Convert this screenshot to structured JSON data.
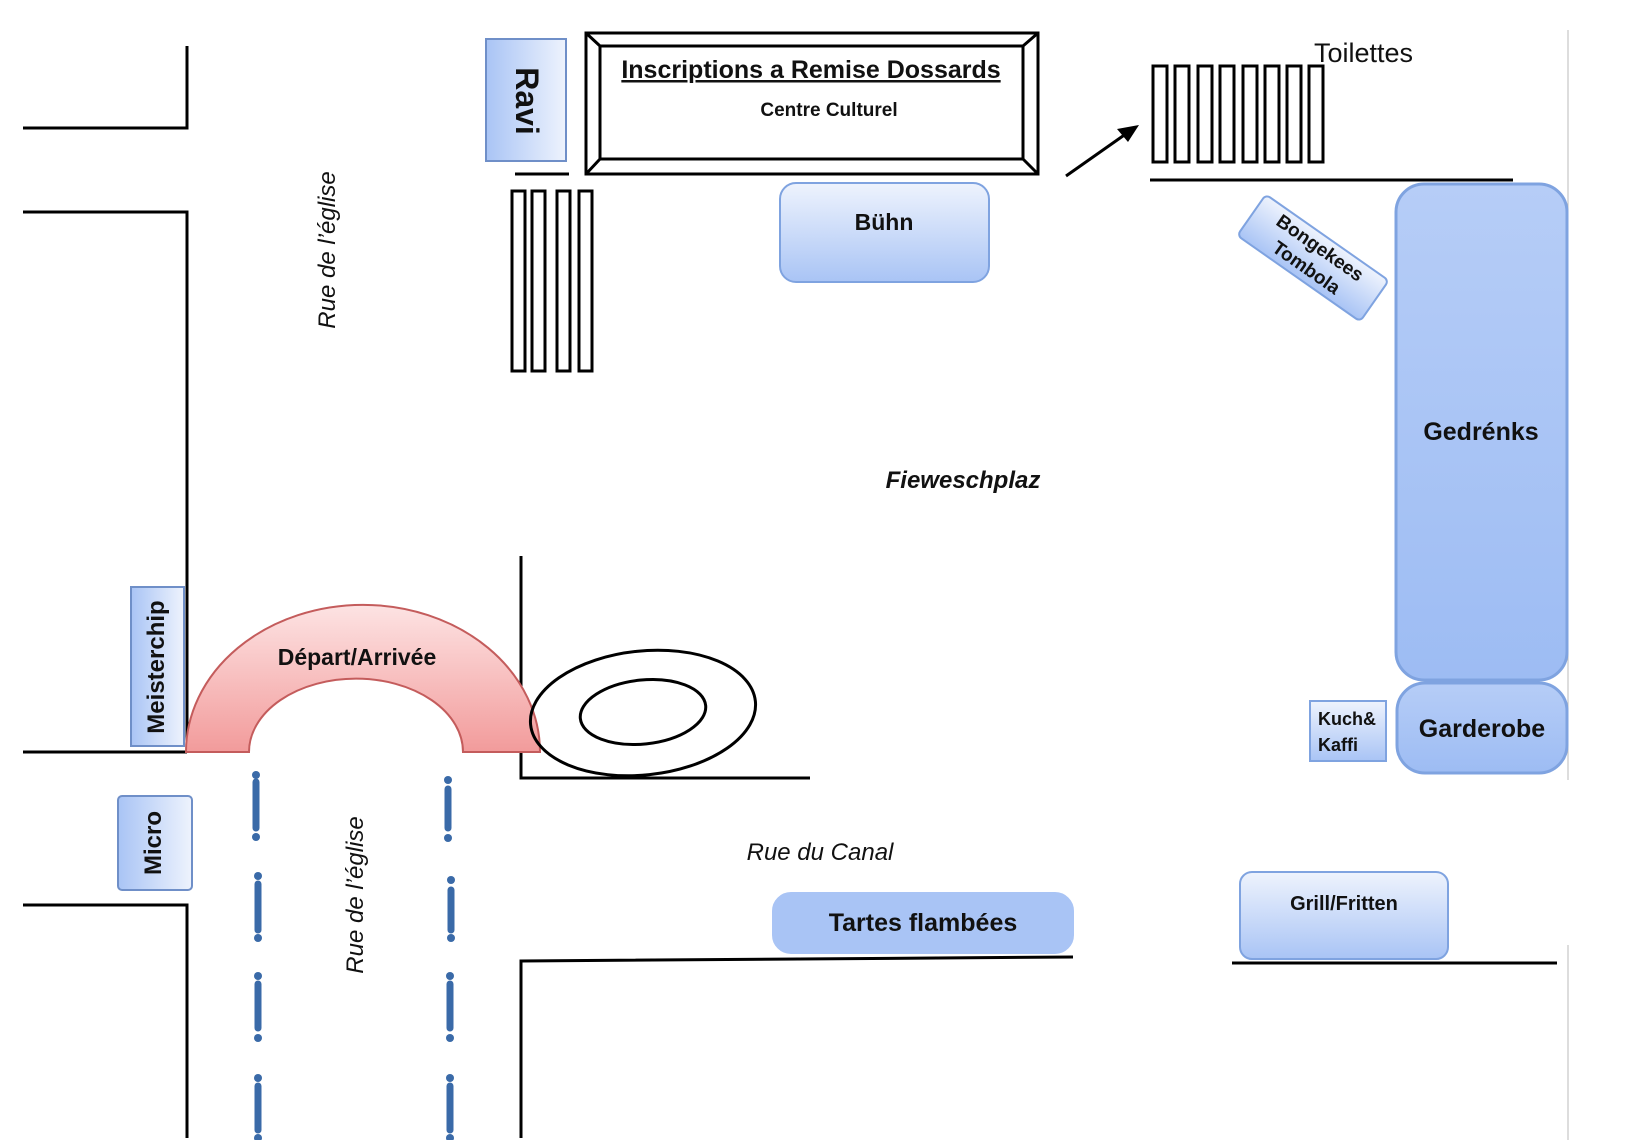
{
  "labels": {
    "registration_title": "Inscriptions a Remise Dossards",
    "registration_subtitle": "Centre Culturel",
    "ravi": "Ravi",
    "toilettes": "Toilettes",
    "buhn": "Bühn",
    "bongekees": "Bongekees",
    "tombola": "Tombola",
    "gedrenks": "Gedrénks",
    "fieweschplaz": "Fieweschplaz",
    "depart_arrivee": "Départ/Arrivée",
    "meisterchip": "Meisterchip",
    "micro": "Micro",
    "kuch_line1": "Kuch&",
    "kuch_line2": "Kaffi",
    "garderobe": "Garderobe",
    "rue_eglise_top": "Rue de l’église",
    "rue_eglise_bottom": "Rue de l’église",
    "rue_canal": "Rue du Canal",
    "tartes": "Tartes flambées",
    "grill": "Grill/Fritten"
  },
  "colors": {
    "box_fill_light": "#e3ecfb",
    "box_fill_mid": "#a9c4f5",
    "box_stroke": "#7fa3e0",
    "arch_fill": "#f3a7a7",
    "arch_stroke": "#c45c5c",
    "route_dash": "#3a6aa8",
    "line": "#000000"
  }
}
